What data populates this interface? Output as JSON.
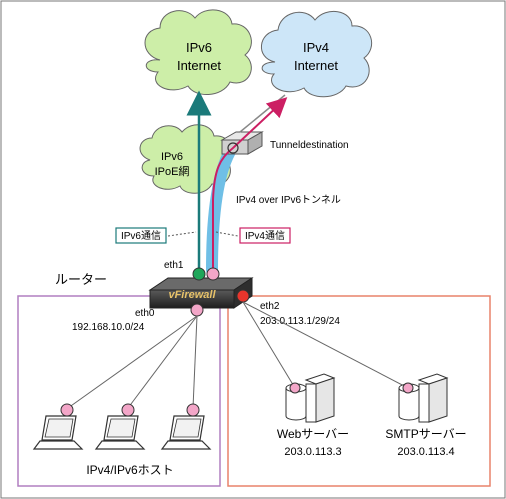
{
  "clouds": {
    "ipv6_internet": {
      "line1": "IPv6",
      "line2": "Internet"
    },
    "ipv4_internet": {
      "line1": "IPv4",
      "line2": "Internet"
    },
    "ipoe": {
      "line1": "IPv6",
      "line2": "IPoE網"
    }
  },
  "labels": {
    "tunnel_destination": "Tunneldestination",
    "tunnel": "IPv4 over IPv6トンネル",
    "ipv6_comm": "IPv6通信",
    "ipv4_comm": "IPv4通信",
    "router": "ルーター",
    "eth1": "eth1",
    "eth0": "eth0",
    "eth0_addr": "192.168.10.0/24",
    "eth2": "eth2",
    "eth2_addr": "203.0.113.1/29/24",
    "hosts": "IPv4/IPv6ホスト",
    "web_server": "Webサーバー",
    "web_addr": "203.0.113.3",
    "smtp_server": "SMTPサーバー",
    "smtp_addr": "203.0.113.4",
    "device_brand": "vFirewall"
  },
  "colors": {
    "ipv6_cloud": "#cdeea8",
    "ipv4_cloud": "#cde6f8",
    "ipv6_path": "#1b7a7a",
    "ipv4_path": "#cc1f63",
    "tunnel": "#6fbfe6",
    "lan_box": "#b07fc0",
    "dmz_box": "#e8826a",
    "port_green": "#1fa65a",
    "port_pink": "#f3a6c8",
    "port_red": "#e8352c"
  }
}
